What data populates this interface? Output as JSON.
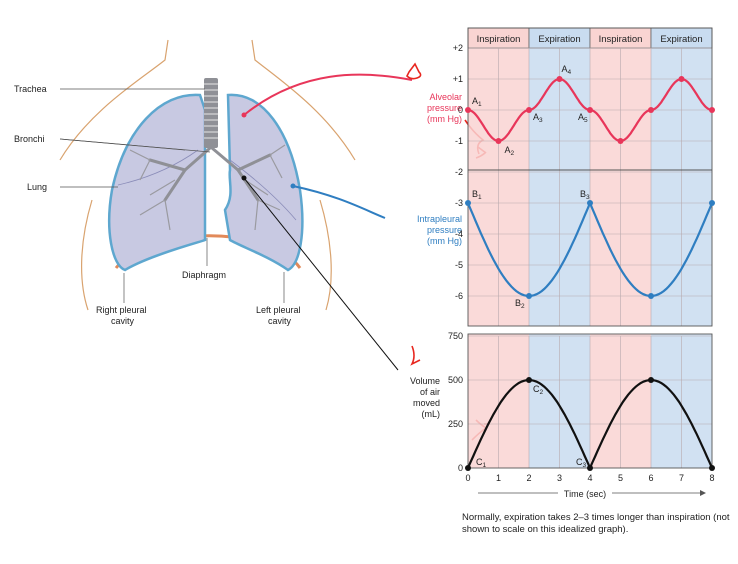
{
  "anatomy": {
    "trachea": "Trachea",
    "bronchi": "Bronchi",
    "lung": "Lung",
    "diaphragm": "Diaphragm",
    "right_pleural": [
      "Right pleural",
      "cavity"
    ],
    "left_pleural": [
      "Left pleural",
      "cavity"
    ]
  },
  "labels": {
    "alveolar": [
      "Alveolar",
      "pressure",
      "(mm Hg)"
    ],
    "intrapleural": [
      "Intrapleural",
      "pressure",
      "(mm Hg)"
    ],
    "volume": [
      "Volume",
      "of air",
      "moved",
      "(mL)"
    ]
  },
  "colors": {
    "alveolar": "#e8365a",
    "intrapleural": "#2f7ec1",
    "volume": "#111111",
    "inspiration_band": "#f9d4d2",
    "expiration_band": "#c9dcf0",
    "annotation": "#e8271f"
  },
  "phases": [
    "Inspiration",
    "Expiration",
    "Inspiration",
    "Expiration"
  ],
  "x_axis": {
    "label": "Time (sec)",
    "ticks": [
      "0",
      "1",
      "2",
      "3",
      "4",
      "5",
      "6",
      "7",
      "8"
    ]
  },
  "note": "Normally, expiration takes 2–3 times longer than inspiration (not shown to scale on this idealized graph).",
  "chart_data": [
    {
      "type": "line",
      "name": "alveolar",
      "x": [
        0,
        1,
        2,
        3,
        4,
        5,
        6,
        7,
        8
      ],
      "y": [
        0,
        -1,
        0,
        1,
        0,
        -1,
        0,
        1,
        0
      ],
      "ylim": [
        -1.4,
        2
      ],
      "points": [
        {
          "label": "A",
          "sub": "1",
          "x": 0,
          "y": 0
        },
        {
          "label": "A",
          "sub": "2",
          "x": 1,
          "y": -1
        },
        {
          "label": "A",
          "sub": "3",
          "x": 2,
          "y": 0
        },
        {
          "label": "A",
          "sub": "4",
          "x": 3,
          "y": 1
        },
        {
          "label": "A",
          "sub": "5",
          "x": 4,
          "y": 0
        }
      ]
    },
    {
      "type": "line",
      "name": "intrapleural",
      "x": [
        0,
        2,
        4,
        6,
        8
      ],
      "y": [
        -3,
        -6,
        -3,
        -6,
        -3
      ],
      "ylim": [
        -6.6,
        -2
      ],
      "points": [
        {
          "label": "B",
          "sub": "1",
          "x": 0,
          "y": -3
        },
        {
          "label": "B",
          "sub": "2",
          "x": 2,
          "y": -6
        },
        {
          "label": "B",
          "sub": "3",
          "x": 4,
          "y": -3
        }
      ]
    },
    {
      "type": "line",
      "name": "volume",
      "x": [
        0,
        2,
        4,
        6,
        8
      ],
      "y": [
        0,
        500,
        0,
        500,
        0
      ],
      "ylim": [
        0,
        750
      ],
      "points": [
        {
          "label": "C",
          "sub": "1",
          "x": 0,
          "y": 0
        },
        {
          "label": "C",
          "sub": "2",
          "x": 2,
          "y": 500
        },
        {
          "label": "C",
          "sub": "3",
          "x": 4,
          "y": 0
        }
      ]
    }
  ],
  "y_ticks": {
    "pressure": [
      "+2",
      "+1",
      "0",
      "-1",
      "-2",
      "-3",
      "-4",
      "-5",
      "-6"
    ],
    "volume": [
      "750",
      "500",
      "250",
      "0"
    ]
  }
}
